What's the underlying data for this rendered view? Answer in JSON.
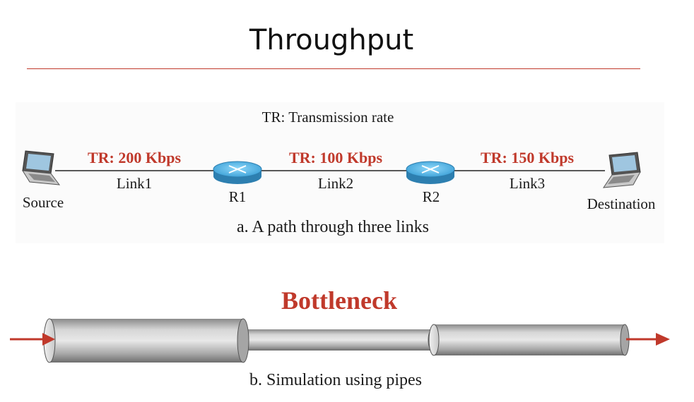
{
  "title": "Throughput",
  "diagram_a": {
    "legend": "TR: Transmission rate",
    "source_label": "Source",
    "destination_label": "Destination",
    "routers": [
      "R1",
      "R2"
    ],
    "links": [
      {
        "name": "Link1",
        "rate": "TR: 200 Kbps"
      },
      {
        "name": "Link2",
        "rate": "TR: 100 Kbps"
      },
      {
        "name": "Link3",
        "rate": "TR: 150 Kbps"
      }
    ],
    "caption": "a. A path through three links"
  },
  "diagram_b": {
    "heading": "Bottleneck",
    "caption": "b. Simulation using pipes"
  },
  "colors": {
    "accent": "#c0392b",
    "router": "#4fb6e8",
    "pipe": "#bdbdbd"
  }
}
